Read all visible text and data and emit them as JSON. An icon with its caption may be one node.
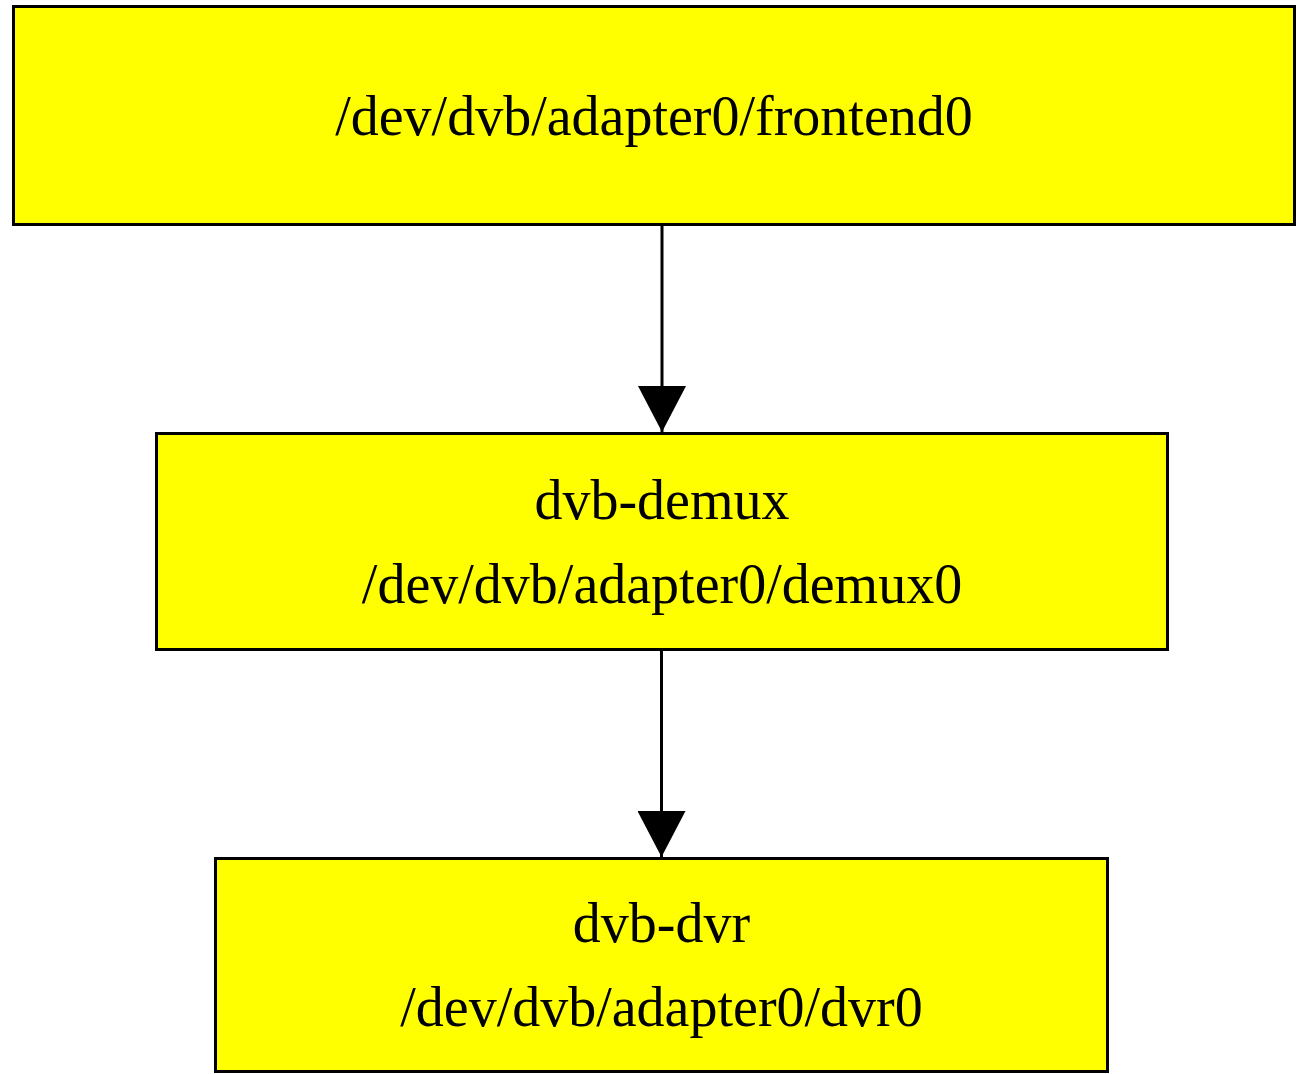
{
  "diagram": {
    "nodes": [
      {
        "text": [
          "/dev/dvb/adapter0/frontend0"
        ]
      },
      {
        "text": [
          "dvb-demux",
          "/dev/dvb/adapter0/demux0"
        ]
      },
      {
        "text": [
          "dvb-dvr",
          "/dev/dvb/adapter0/dvr0"
        ]
      }
    ],
    "edges": [
      {
        "from": 0,
        "to": 1,
        "arrow": "to"
      },
      {
        "from": 1,
        "to": 2,
        "arrow": "to"
      }
    ]
  }
}
